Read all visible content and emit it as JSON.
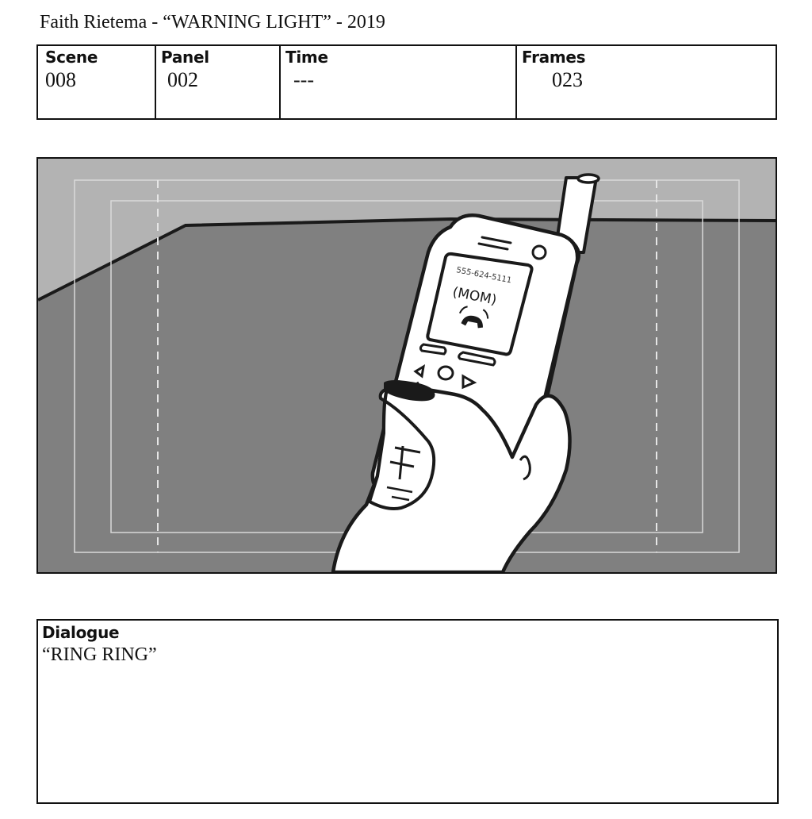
{
  "header": {
    "title": "Faith Rietema - “WARNING LIGHT” - 2019"
  },
  "info": {
    "scene_label": "Scene",
    "scene_value": "008",
    "panel_label": "Panel",
    "panel_value": "002",
    "time_label": "Time",
    "time_value": "---",
    "frames_label": "Frames",
    "frames_value": "023"
  },
  "panel_art": {
    "phone_number": "555-624-5111",
    "caller_label": "(MOM)"
  },
  "dialogue": {
    "label": "Dialogue",
    "text": "“RING RING”"
  }
}
